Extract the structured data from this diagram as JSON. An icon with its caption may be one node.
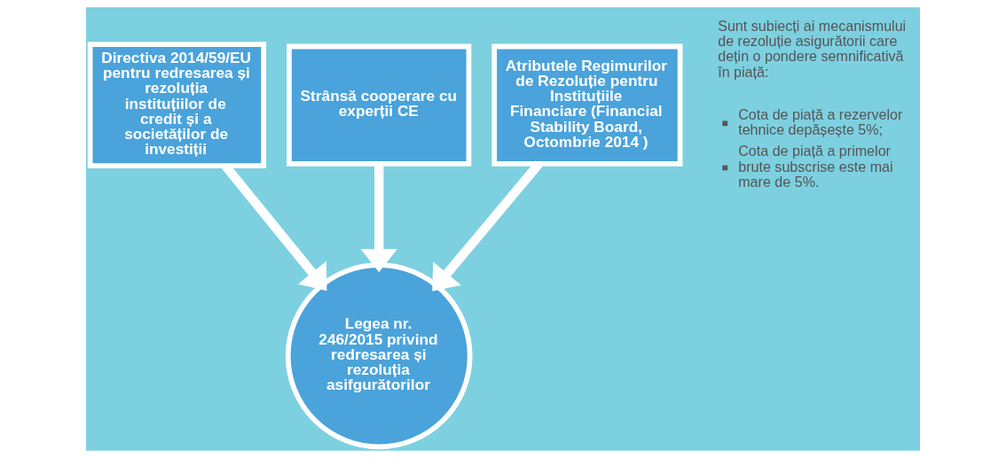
{
  "diagram": {
    "nodes": [
      {
        "text": [
          "Directiva 2014/59/EU pentru redresarea și rezoluția instituțiilor de credit și a societăților de investiții"
        ]
      },
      {
        "text": [
          "Strânsă cooperare cu experții CE"
        ]
      },
      {
        "text": [
          "Atributele Regimurilor de Rezoluție pentru Instituțiile Financiare (Financial Stability Board, Octombrie 2014 )"
        ]
      },
      {
        "text": [
          "Legea nr. 246/2015 privind redresarea și rezoluția asifgurătorilor"
        ]
      }
    ],
    "edges": [
      {
        "from": 0,
        "to": 3,
        "arrow": "to"
      },
      {
        "from": 1,
        "to": 3,
        "arrow": "to"
      },
      {
        "from": 2,
        "to": 3,
        "arrow": "to"
      }
    ],
    "labels": [
      "Sunt subiecți ai mecanismului de rezoluție asigurătorii care dețin o pondere semnificativă în piață:",
      "Cota de piață a rezervelor tehnice depășește 5%;",
      "Cota de piață a primelor brute subscrise este mai mare de 5%."
    ]
  }
}
